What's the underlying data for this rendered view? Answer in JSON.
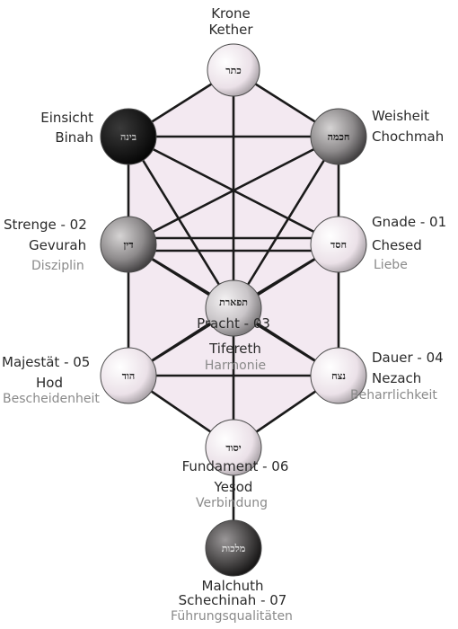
{
  "colors": {
    "background": "#ffffff",
    "tree_fill": "#f3e9f1",
    "lines": "#1a1a1a",
    "label_dark": "#2a2a2a",
    "label_light": "#8a8a8a"
  },
  "sephiroth": {
    "kether": {
      "german": "Krone",
      "name": "Kether",
      "hebrew": "כתר",
      "shade": "light"
    },
    "binah": {
      "german": "Einsicht",
      "name": "Binah",
      "hebrew": "בינה",
      "shade": "black"
    },
    "chochmah": {
      "german": "Weisheit",
      "name": "Chochmah",
      "hebrew": "חכמה",
      "shade": "medium"
    },
    "gevurah": {
      "german": "Strenge - 02",
      "name": "Gevurah",
      "quality": "Disziplin",
      "hebrew": "דין",
      "shade": "medium"
    },
    "chesed": {
      "german": "Gnade - 01",
      "name": "Chesed",
      "quality": "Liebe",
      "hebrew": "חסד",
      "shade": "light"
    },
    "tifereth": {
      "german": "Pracht - 03",
      "name": "Tifereth",
      "quality": "Harmonie",
      "hebrew": "תפארת",
      "shade": "medium-light"
    },
    "hod": {
      "german": "Majestät - 05",
      "name": "Hod",
      "quality": "Bescheidenheit",
      "hebrew": "הוד",
      "shade": "light"
    },
    "nezach": {
      "german": "Dauer - 04",
      "name": "Nezach",
      "quality": "Beharrlichkeit",
      "hebrew": "נצח",
      "shade": "light"
    },
    "yesod": {
      "german": "Fundament - 06",
      "name": "Yesod",
      "quality": "Verbindung",
      "hebrew": "יסוד",
      "shade": "light"
    },
    "malchuth": {
      "name": "Malchuth",
      "german": "Schechinah - 07",
      "quality": "Führungsqualitäten",
      "hebrew": "מלכות",
      "shade": "dark"
    }
  }
}
